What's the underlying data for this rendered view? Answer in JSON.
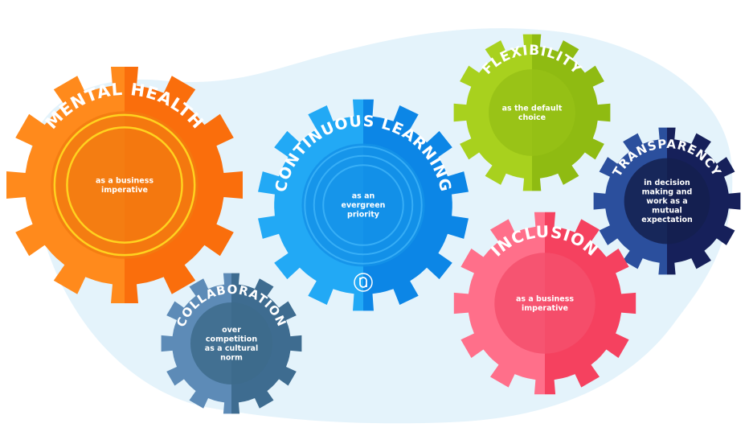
{
  "gears": [
    {
      "id": "mental-health",
      "title": "MENTAL HEALTH",
      "subtitle": [
        "as a business",
        "imperative"
      ],
      "colors": {
        "left": "#ff8a1c",
        "right": "#fa6e0c",
        "inner": "#f27a10",
        "ring": "#ffd21f"
      }
    },
    {
      "id": "continuous-learning",
      "title": "CONTINUOUS LEARNING",
      "subtitle": [
        "as an",
        "evergreen",
        "priority"
      ],
      "colors": {
        "left": "#22a9f5",
        "right": "#0c86e6",
        "inner": "#1492e8",
        "ring": "#4fc1ff"
      }
    },
    {
      "id": "flexibility",
      "title": "FLEXIBILITY",
      "subtitle": [
        "as the default",
        "choice"
      ],
      "colors": {
        "left": "#a8d11e",
        "right": "#8fbb12",
        "inner": "#97c116",
        "ring": "#97c116"
      }
    },
    {
      "id": "transparency",
      "title": "TRANSPARENCY",
      "subtitle": [
        "in decision",
        "making and",
        "work as a",
        "mutual",
        "expectation"
      ],
      "colors": {
        "left": "#2b4f9d",
        "right": "#16205a",
        "inner": "#14204f",
        "ring": "#14204f"
      }
    },
    {
      "id": "inclusion",
      "title": "INCLUSION",
      "subtitle": [
        "as a business",
        "imperative"
      ],
      "colors": {
        "left": "#ff6f8a",
        "right": "#f5415f",
        "inner": "#f5506c",
        "ring": "#f5506c"
      }
    },
    {
      "id": "collaboration",
      "title": "COLLABORATION",
      "subtitle": [
        "over",
        "competition",
        "as a cultural",
        "norm"
      ],
      "colors": {
        "left": "#5d8bb7",
        "right": "#3e6c90",
        "inner": "#3d6b8c",
        "ring": "#3d6b8c"
      }
    }
  ],
  "background_color": "#e4f3fb",
  "logo_icon": "brand-logo-icon"
}
